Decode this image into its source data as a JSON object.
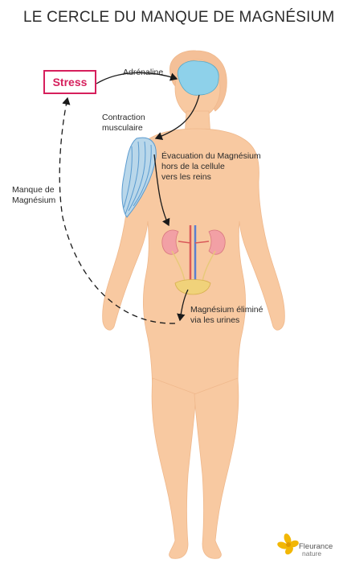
{
  "title": "LE CERCLE DU MANQUE DE MAGNÉSIUM",
  "stress": "Stress",
  "labels": {
    "adrenaline": "Adrénaline",
    "contraction_1": "Contraction",
    "contraction_2": "musculaire",
    "evacuation_1": "Évacuation du Magnésium",
    "evacuation_2": "hors de la cellule",
    "evacuation_3": "vers les reins",
    "manque_1": "Manque de",
    "manque_2": "Magnésium",
    "elimine_1": "Magnésium éliminé",
    "elimine_2": "via les urines"
  },
  "logo": {
    "name": "Fleurance",
    "sub": "nature"
  },
  "colors": {
    "stress": "#d61f5c",
    "skin": "#f8c9a1",
    "brain": "#8ed1ea",
    "muscle": "#9cc6e0",
    "kidney": "#f2a0a5",
    "arrow": "#1a1a1a",
    "logo": "#f2b705"
  }
}
